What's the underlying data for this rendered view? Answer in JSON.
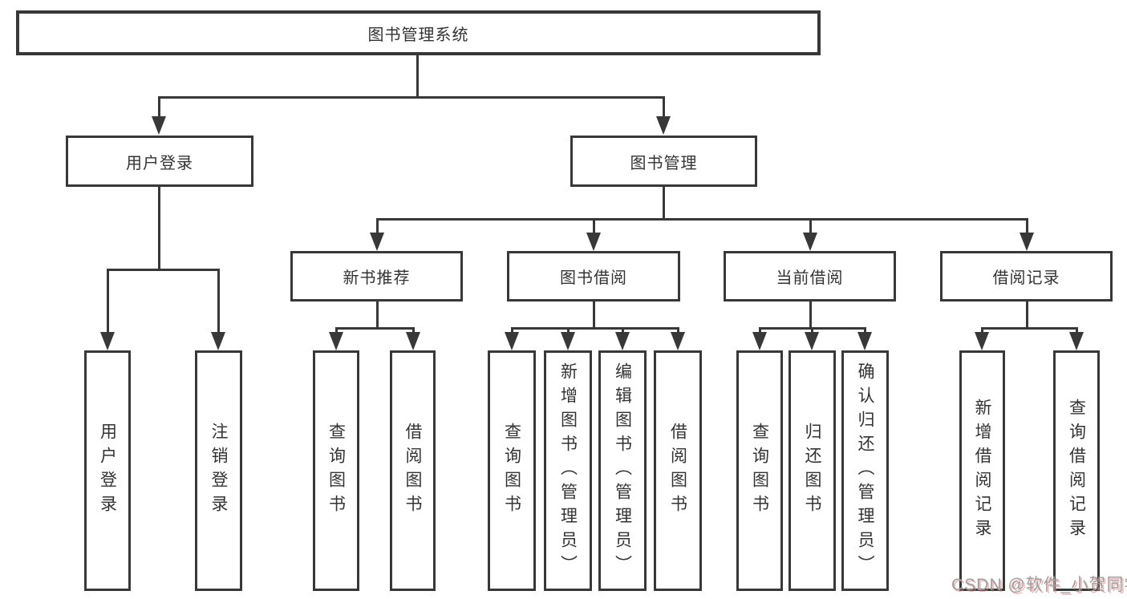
{
  "tree": {
    "root": {
      "label": "图书管理系统",
      "children": [
        {
          "label": "用户登录",
          "children": [
            {
              "label": "用户登录"
            },
            {
              "label": "注销登录"
            }
          ]
        },
        {
          "label": "图书管理",
          "children": [
            {
              "label": "新书推荐",
              "children": [
                {
                  "label": "查询图书"
                },
                {
                  "label": "借阅图书"
                }
              ]
            },
            {
              "label": "图书借阅",
              "children": [
                {
                  "label": "查询图书"
                },
                {
                  "label": "新增图书（管理员）"
                },
                {
                  "label": "编辑图书（管理员）"
                },
                {
                  "label": "借阅图书"
                }
              ]
            },
            {
              "label": "当前借阅",
              "children": [
                {
                  "label": "查询图书"
                },
                {
                  "label": "归还图书"
                },
                {
                  "label": "确认归还（管理员）"
                }
              ]
            },
            {
              "label": "借阅记录",
              "children": [
                {
                  "label": "新增借阅记录"
                },
                {
                  "label": "查询借阅记录"
                }
              ]
            }
          ]
        }
      ]
    }
  },
  "watermark": {
    "text": "CSDN @软件_小贺同学"
  },
  "colors": {
    "line": "#383838",
    "text": "#333333",
    "background": "#ffffff",
    "watermark_text": "#9f9f9f",
    "watermark_shadow": "#e08282"
  }
}
